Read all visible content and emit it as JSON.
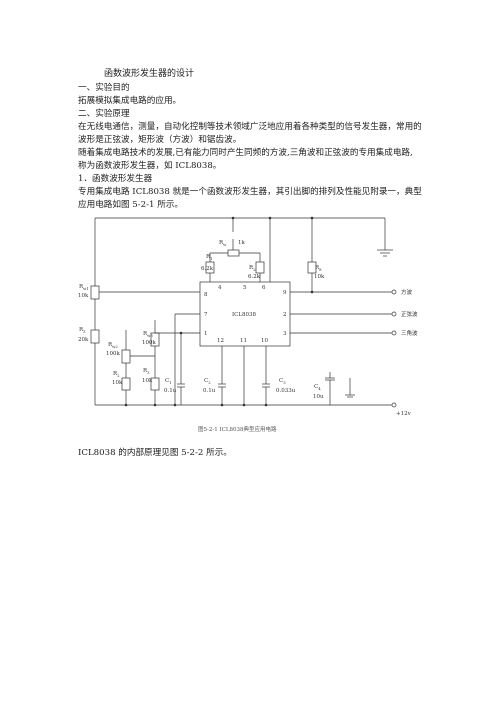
{
  "doc": {
    "title": "函数波形发生器的设计",
    "sec1": "一、实验目的",
    "goal": "拓展模拟集成电路的应用。",
    "sec2": "二、实验原理",
    "p1_l1": "在无线电通信，测量，自动化控制等技术领域广泛地应用着各种类型的信号发生器，常用的",
    "p1_l2": "波形是正弦波，矩形波（方波）和锯齿波。",
    "p2_l1": "随着集成电路技术的发展,已有能力同时产生同频的方波,三角波和正弦波的专用集成电路,",
    "p2_l2": "称为函数波形发生器，如 ICL8038。",
    "sub1": "1．函数波形发生器",
    "p3_l1": "专用集成电路 ICL8038 就是一个函数波形发生器，其引出脚的排列及性能见附录一，典型",
    "p3_l2": "应用电路如图 5-2-1 所示。",
    "fig_caption": "图5-2-1 ICL8038典型应用电路",
    "after": "ICL8038 的内部原理见图 5-2-2 所示。"
  },
  "circuit": {
    "chip": "ICL8038",
    "pins": {
      "p4": "4",
      "p5": "5",
      "p6": "6",
      "p8": "8",
      "p7": "7",
      "p1": "1",
      "p12": "12",
      "p11": "11",
      "p10": "10",
      "p9": "9",
      "p2": "2",
      "p3": "3"
    },
    "rw1": {
      "n": "R",
      "s": "w1",
      "v": "10k"
    },
    "rw": {
      "n": "R",
      "s": "w",
      "v": "1k"
    },
    "r1": {
      "n": "R",
      "s": "1",
      "v": "6.2k"
    },
    "r2": {
      "n": "R",
      "s": "2",
      "v": "6.2k"
    },
    "r8": {
      "n": "R",
      "s": "8",
      "v": "10k"
    },
    "r3": {
      "n": "R",
      "s": "3",
      "v": "20k"
    },
    "rw2": {
      "n": "R",
      "s": "w2",
      "v": "100k"
    },
    "rw3": {
      "n": "R",
      "s": "w3",
      "v": "100k"
    },
    "r_a": {
      "n": "R",
      "s": "2",
      "v": "10k"
    },
    "r_b": {
      "n": "R",
      "s": "3",
      "v": "10k"
    },
    "c1": {
      "n": "C",
      "s": "1",
      "v": "0.1u"
    },
    "c2": {
      "n": "C",
      "s": "2",
      "v": "0.1u"
    },
    "c3": {
      "n": "C",
      "s": "3",
      "v": "0.033u"
    },
    "c4": {
      "n": "C",
      "s": "4",
      "v": "10u"
    },
    "out_square": "方波",
    "out_sine": "正弦波",
    "out_triangle": "三角波",
    "supply": "+12v"
  }
}
